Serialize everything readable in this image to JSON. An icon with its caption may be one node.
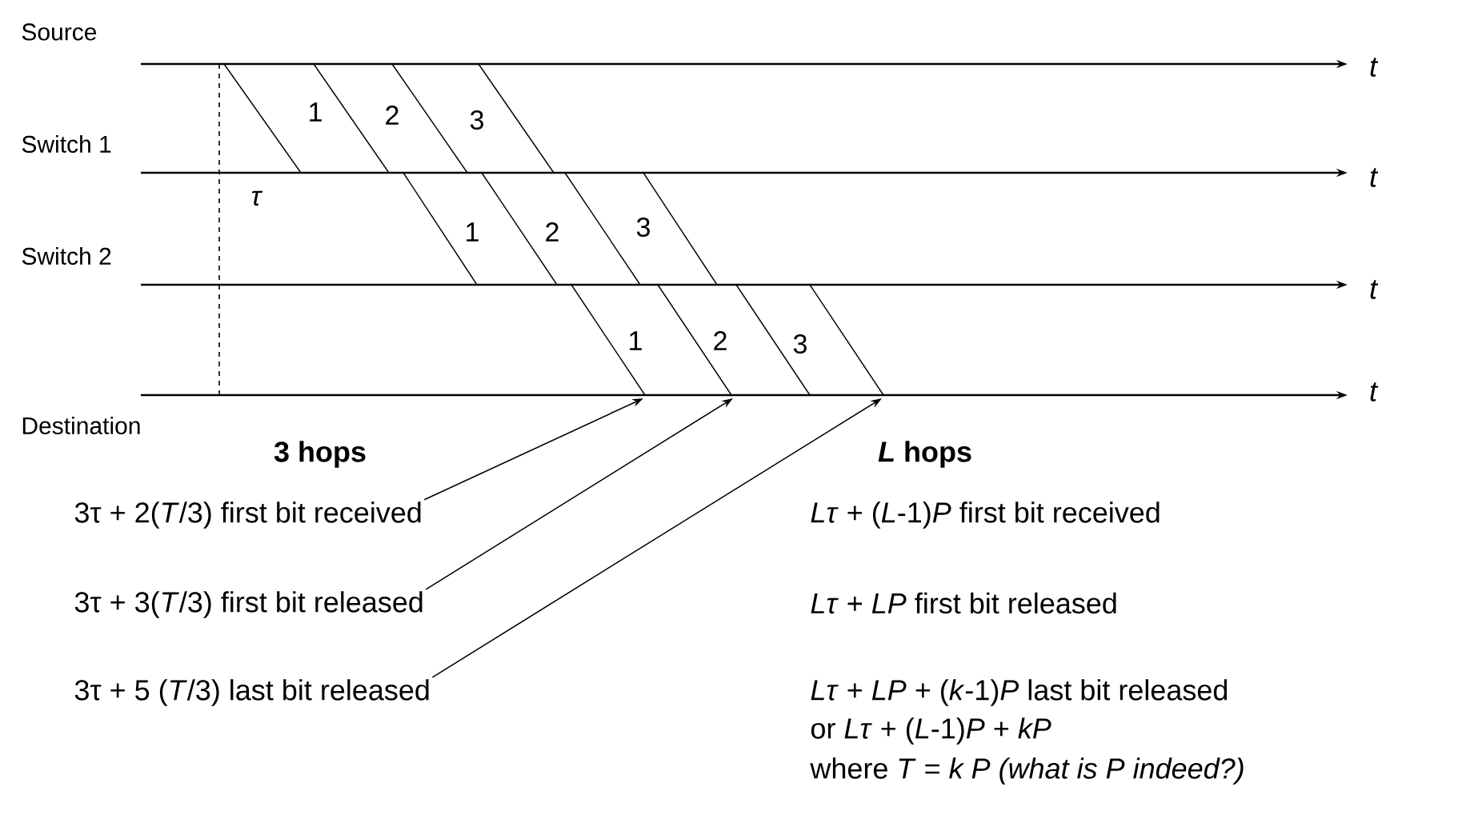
{
  "diagram": {
    "nodes": [
      {
        "text": [
          "3τ + 2(*T*/3)  first bit received"
        ]
      },
      {
        "text": [
          "3τ + 3(*T*/3)  first bit released"
        ]
      },
      {
        "text": [
          "3τ + 5 (*T*/3)  last bit released"
        ]
      }
    ],
    "edges": [
      {
        "from": 0,
        "to": null,
        "arrow": "to"
      },
      {
        "from": 1,
        "to": null,
        "arrow": "to"
      },
      {
        "from": 2,
        "to": null,
        "arrow": "to"
      }
    ],
    "labels": [
      "Source",
      "t",
      "1",
      "2",
      "3",
      "Switch 1",
      "t",
      "τ",
      "1",
      "2",
      "3",
      "Switch 2",
      "t",
      "1",
      "2",
      "3",
      "t",
      "Destination",
      "3 hops",
      "*L* hops",
      "*Lτ*  + (*L*-1)*P*  first bit received",
      "*Lτ* + *LP*   first bit released",
      "*Lτ* +  *LP* + (*k*-1)*P*   last bit released",
      "or *Lτ* +  (*L*-1)*P* + *kP*",
      "where *T* = *k P (what is P indeed?)*"
    ]
  }
}
